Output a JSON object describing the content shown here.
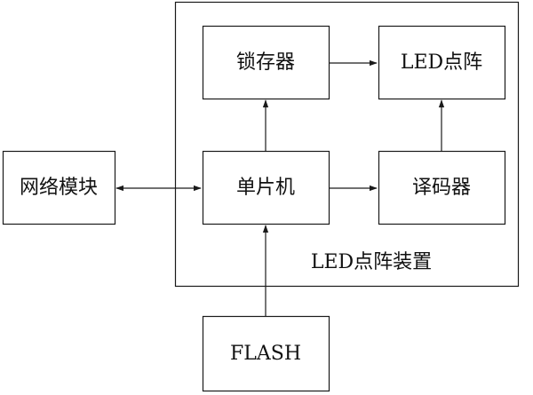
{
  "diagram": {
    "blocks": {
      "latch": "锁存器",
      "led_matrix": "LED点阵",
      "network_module": "网络模块",
      "mcu": "单片机",
      "decoder": "译码器",
      "flash": "FLASH"
    },
    "container_label": "LED点阵装置",
    "connections": [
      {
        "from": "mcu",
        "to": "latch",
        "direction": "forward"
      },
      {
        "from": "latch",
        "to": "led_matrix",
        "direction": "forward"
      },
      {
        "from": "mcu",
        "to": "decoder",
        "direction": "forward"
      },
      {
        "from": "decoder",
        "to": "led_matrix",
        "direction": "forward"
      },
      {
        "from": "network_module",
        "to": "mcu",
        "direction": "bidirectional"
      },
      {
        "from": "flash",
        "to": "mcu",
        "direction": "forward"
      }
    ],
    "colors": {
      "stroke": "#1a1a1a",
      "background": "#ffffff"
    }
  }
}
